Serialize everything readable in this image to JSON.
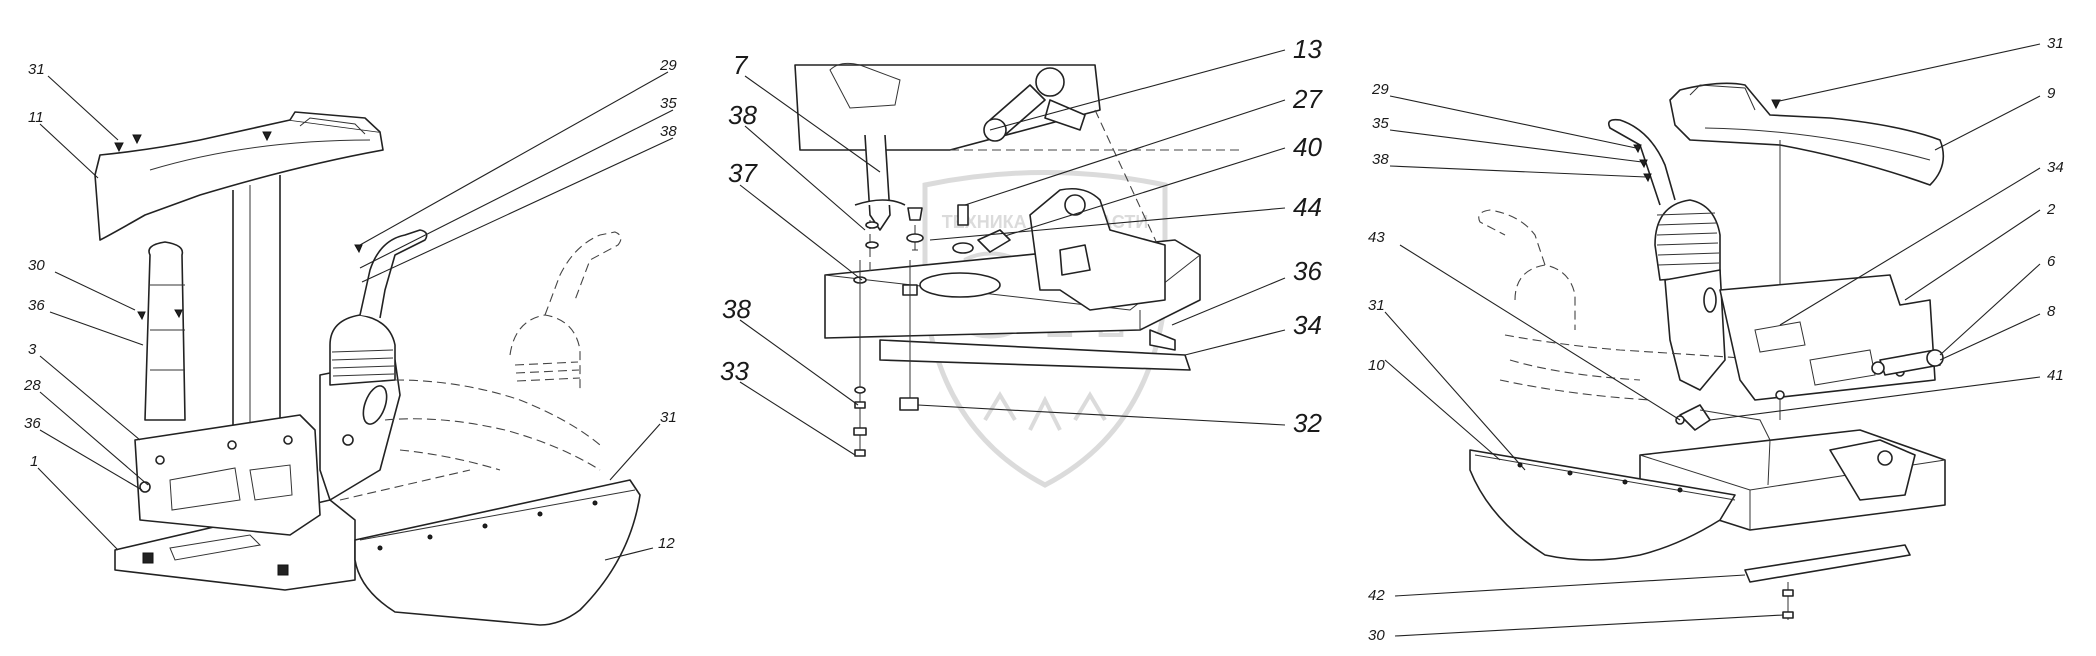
{
  "figure": {
    "panels": [
      {
        "name": "assembly-left",
        "callouts": [
          "31",
          "11",
          "30",
          "36",
          "3",
          "28",
          "36",
          "1",
          "29",
          "35",
          "38",
          "31",
          "12"
        ]
      },
      {
        "name": "assembly-center",
        "callouts": [
          "7",
          "38",
          "37",
          "38",
          "33",
          "13",
          "27",
          "40",
          "44",
          "36",
          "34",
          "32"
        ]
      },
      {
        "name": "assembly-right",
        "callouts": [
          "29",
          "35",
          "38",
          "43",
          "31",
          "10",
          "31",
          "9",
          "34",
          "2",
          "6",
          "8",
          "41",
          "42",
          "30"
        ]
      }
    ],
    "watermark": {
      "text": "ТЕХНИКА И ЗАПЧАСТИ",
      "logo": "ЭП",
      "color": "#9a9a9a"
    },
    "colors": {
      "line": "#222222",
      "background": "#ffffff"
    }
  }
}
